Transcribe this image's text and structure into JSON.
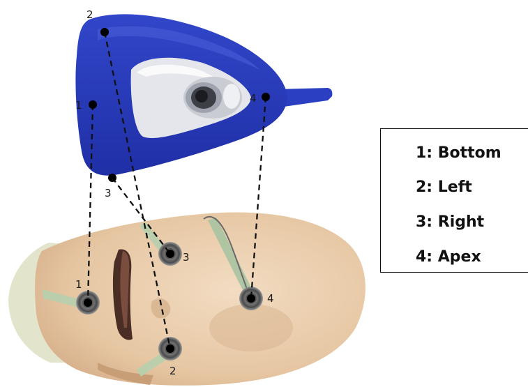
{
  "points": {
    "mask": {
      "p1": "1",
      "p2": "2",
      "p3": "3",
      "p4": "4"
    },
    "head": {
      "p1": "1",
      "p2": "2",
      "p3": "3",
      "p4": "4"
    }
  },
  "legend": {
    "items": [
      "1: Bottom",
      "2: Left",
      "3: Right",
      "4: Apex"
    ]
  },
  "colors": {
    "mask_blue": "#2438b8",
    "mask_inner": "#e6e8ee",
    "head_skin": "#e8c9a6",
    "cap": "#dfe3c8",
    "sensor_tape": "#a8c4a0",
    "line": "#111111"
  }
}
